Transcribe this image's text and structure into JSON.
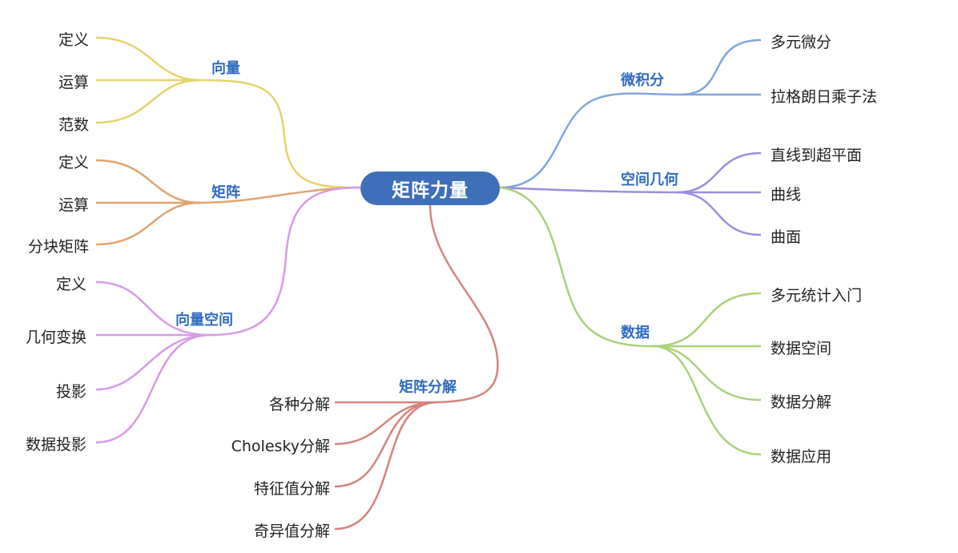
{
  "root": "矩阵力量",
  "colors": {
    "vector": "#e6d36a",
    "matrix": "#e3a36e",
    "vector_space": "#d79be6",
    "decomposition": "#d7837c",
    "calculus": "#7fa7df",
    "geometry": "#9a8fdc",
    "data": "#a9d27a",
    "root_fill": "#3f6fb8",
    "branch_text": "#2f6bbf"
  },
  "branches": {
    "vector": {
      "label": "向量",
      "children": [
        "定义",
        "运算",
        "范数"
      ]
    },
    "matrix": {
      "label": "矩阵",
      "children": [
        "定义",
        "运算",
        "分块矩阵"
      ]
    },
    "vector_space": {
      "label": "向量空间",
      "children": [
        "定义",
        "几何变换",
        "投影",
        "数据投影"
      ]
    },
    "decomposition": {
      "label": "矩阵分解",
      "children": [
        "各种分解",
        "Cholesky分解",
        "特征值分解",
        "奇异值分解"
      ]
    },
    "calculus": {
      "label": "微积分",
      "children": [
        "多元微分",
        "拉格朗日乘子法"
      ]
    },
    "geometry": {
      "label": "空间几何",
      "children": [
        "直线到超平面",
        "曲线",
        "曲面"
      ]
    },
    "data": {
      "label": "数据",
      "children": [
        "多元统计入门",
        "数据空间",
        "数据分解",
        "数据应用"
      ]
    }
  }
}
